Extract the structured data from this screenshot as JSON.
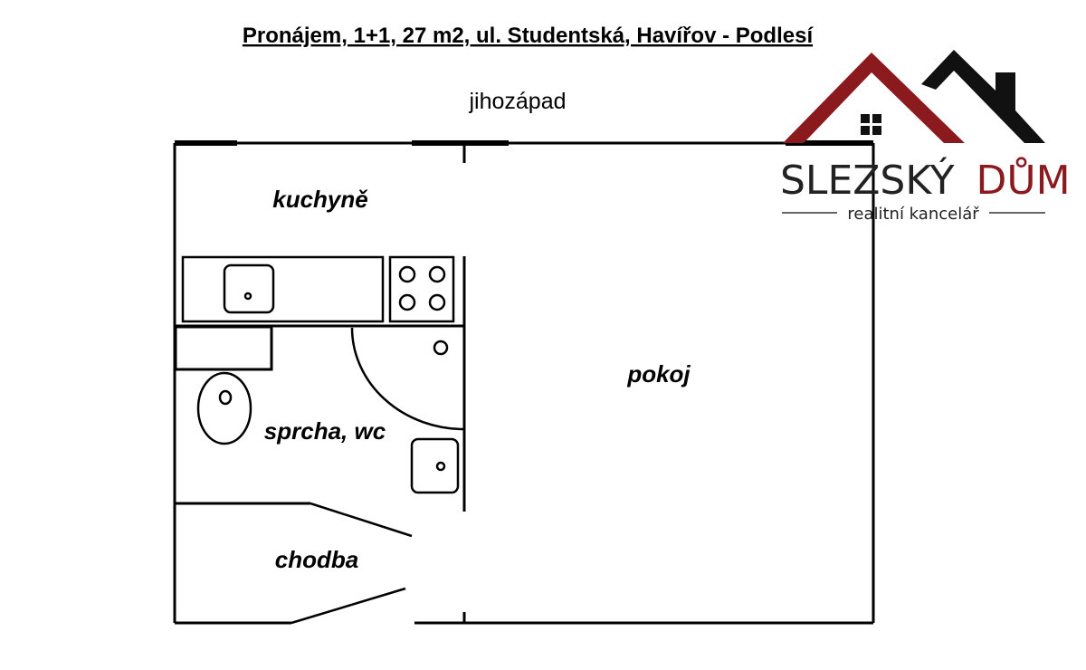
{
  "header": {
    "title": "Pronájem, 1+1, 27 m2, ul. Studentská, Havířov - Podlesí",
    "orientation": "jihozápad"
  },
  "rooms": {
    "kitchen": "kuchyně",
    "room": "pokoj",
    "bathroom": "sprcha, wc",
    "hallway": "chodba"
  },
  "logo": {
    "brand_part1": "SLEZSKÝ",
    "brand_part2": "DŮM",
    "tagline": "realitní kancelář",
    "colors": {
      "dark_red": "#8b1a1f",
      "black": "#111111"
    }
  }
}
